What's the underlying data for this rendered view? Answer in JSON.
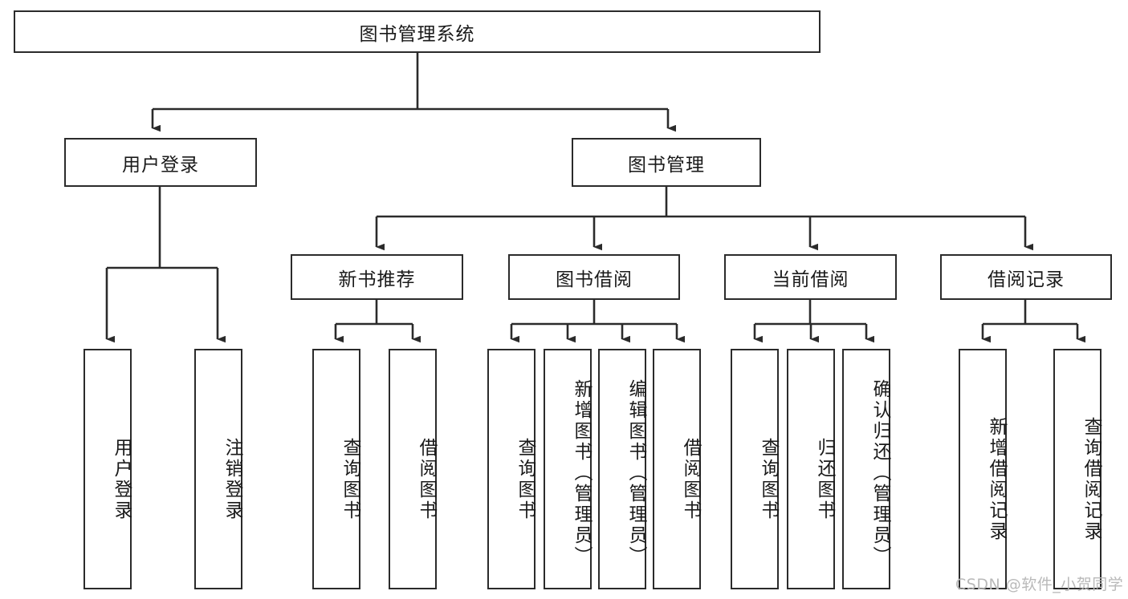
{
  "diagram": {
    "title": "图书管理系统",
    "type": "hierarchy-tree",
    "root": {
      "id": "root",
      "label": "图书管理系统",
      "orientation": "horizontal"
    },
    "level2": [
      {
        "id": "user-login",
        "label": "用户登录",
        "orientation": "horizontal"
      },
      {
        "id": "book-management",
        "label": "图书管理",
        "orientation": "horizontal"
      }
    ],
    "level3": [
      {
        "id": "new-book-recommend",
        "label": "新书推荐",
        "orientation": "horizontal",
        "parent": "book-management"
      },
      {
        "id": "book-borrow",
        "label": "图书借阅",
        "orientation": "horizontal",
        "parent": "book-management"
      },
      {
        "id": "current-borrow",
        "label": "当前借阅",
        "orientation": "horizontal",
        "parent": "book-management"
      },
      {
        "id": "borrow-record",
        "label": "借阅记录",
        "orientation": "horizontal",
        "parent": "book-management"
      }
    ],
    "leaves": [
      {
        "id": "leaf-user-login",
        "label": "用户登录",
        "parent": "user-login"
      },
      {
        "id": "leaf-logout-login",
        "label": "注销登录",
        "parent": "user-login"
      },
      {
        "id": "leaf-query-book-1",
        "label": "查询图书",
        "parent": "new-book-recommend"
      },
      {
        "id": "leaf-borrow-book-1",
        "label": "借阅图书",
        "parent": "new-book-recommend"
      },
      {
        "id": "leaf-query-book-2",
        "label": "查询图书",
        "parent": "book-borrow"
      },
      {
        "id": "leaf-add-book",
        "label": "新增图书（管理员）",
        "parent": "book-borrow"
      },
      {
        "id": "leaf-edit-book",
        "label": "编辑图书（管理员）",
        "parent": "book-borrow"
      },
      {
        "id": "leaf-borrow-book-2",
        "label": "借阅图书",
        "parent": "book-borrow"
      },
      {
        "id": "leaf-query-book-3",
        "label": "查询图书",
        "parent": "current-borrow"
      },
      {
        "id": "leaf-return-book",
        "label": "归还图书",
        "parent": "current-borrow"
      },
      {
        "id": "leaf-confirm-return",
        "label": "确认归还（管理员）",
        "parent": "current-borrow"
      },
      {
        "id": "leaf-add-record",
        "label": "新增借阅记录",
        "parent": "borrow-record"
      },
      {
        "id": "leaf-query-record",
        "label": "查询借阅记录",
        "parent": "borrow-record"
      }
    ],
    "colors": {
      "stroke": "#2b2b2b",
      "fill": "#ffffff",
      "text": "#1a1a1a",
      "watermark": "#b9b9b9"
    }
  },
  "watermark": {
    "text": "CSDN @软件_小贺同学"
  }
}
